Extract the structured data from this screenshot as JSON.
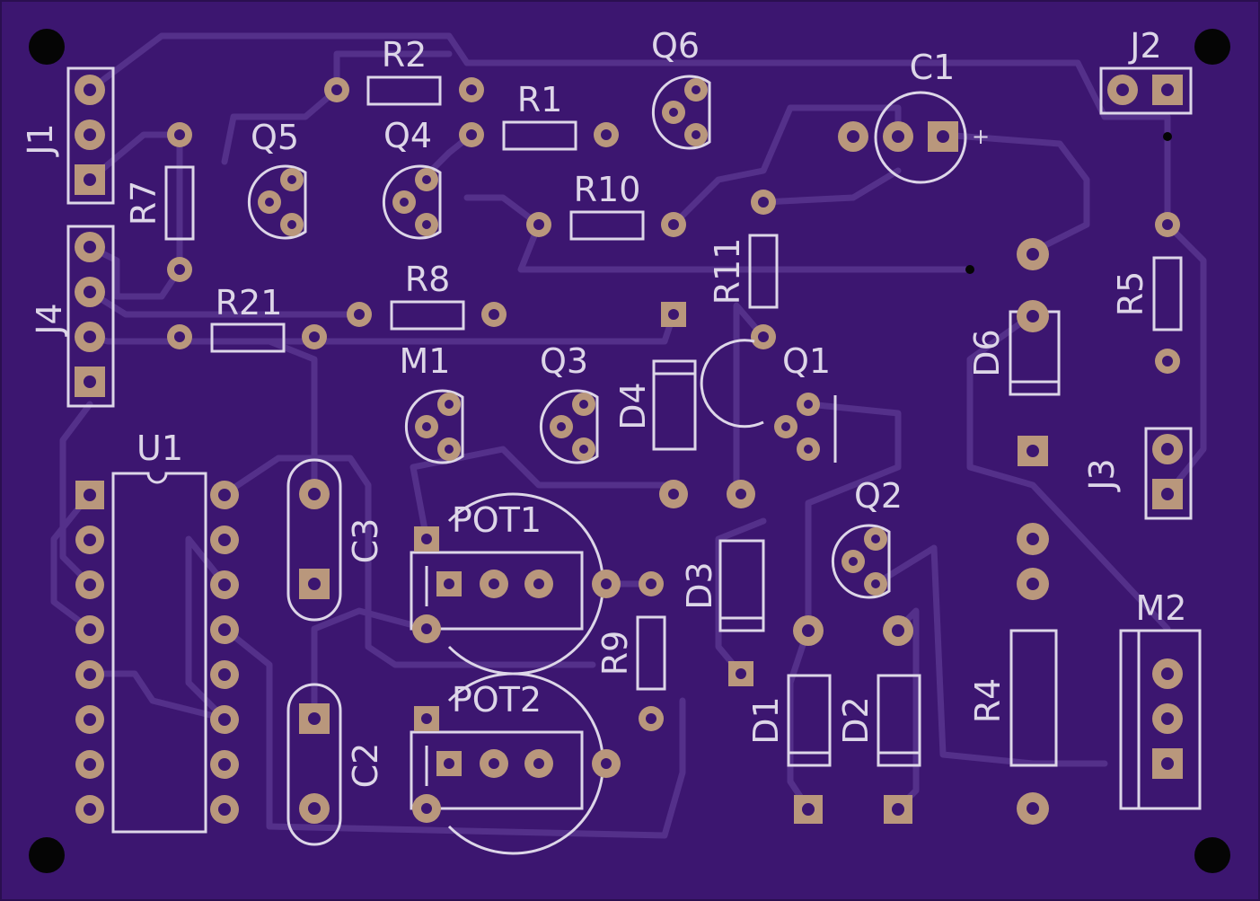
{
  "board": {
    "color": "#3c1670",
    "silk_color": "#ddd6e8",
    "pad_color": "#b9977c",
    "trace_color": "#54308a"
  },
  "labels": {
    "j1": "J1",
    "j2": "J2",
    "j3": "J3",
    "j4": "J4",
    "r1": "R1",
    "r2": "R2",
    "r4": "R4",
    "r5": "R5",
    "r7": "R7",
    "r8": "R8",
    "r9": "R9",
    "r10": "R10",
    "r11": "R11",
    "r21": "R21",
    "q1": "Q1",
    "q2": "Q2",
    "q3": "Q3",
    "q4": "Q4",
    "q5": "Q5",
    "q6": "Q6",
    "m1": "M1",
    "m2": "M2",
    "c1": "C1",
    "c1_pol": "+",
    "c2": "C2",
    "c3": "C3",
    "d1": "D1",
    "d2": "D2",
    "d3": "D3",
    "d4": "D4",
    "d6": "D6",
    "u1": "U1",
    "pot1": "POT1",
    "pot2": "POT2"
  }
}
